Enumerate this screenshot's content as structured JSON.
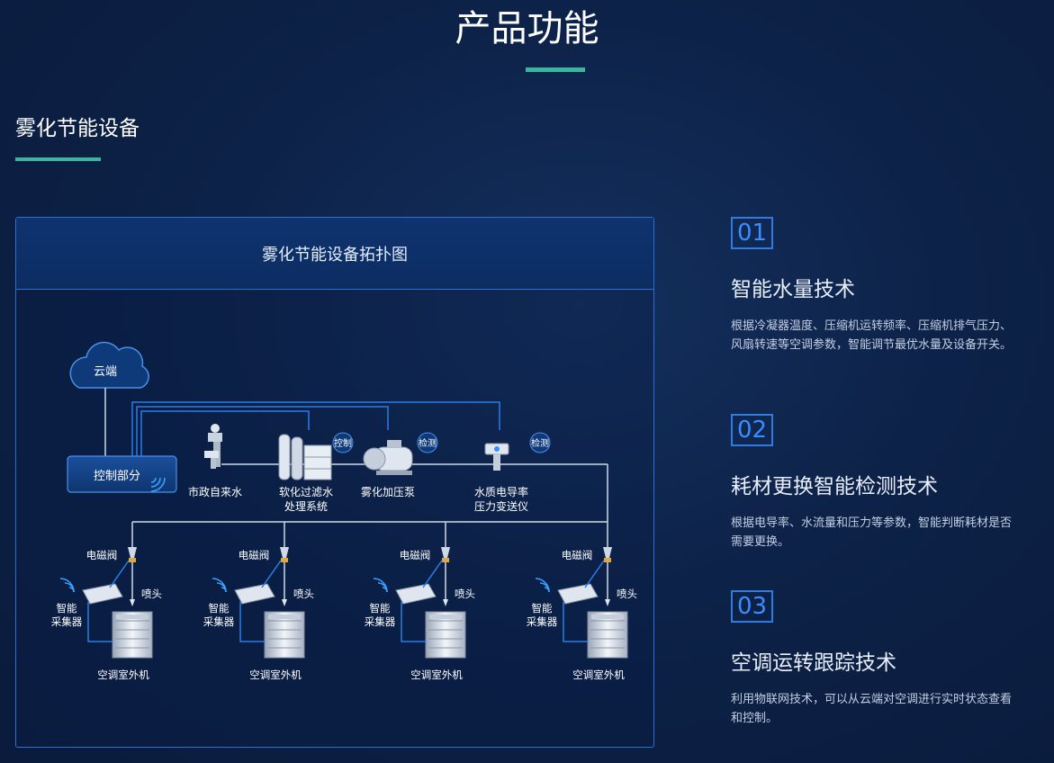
{
  "page": {
    "title": "产品功能",
    "section_title": "雾化节能设备"
  },
  "diagram": {
    "title": "雾化节能设备拓扑图",
    "cloud_label": "云端",
    "control_label": "控制部分",
    "tap_label": "市政自来水",
    "filter_label_line1": "软化过滤水",
    "filter_label_line2": "处理系统",
    "pump_label": "雾化加压泵",
    "sensor_label_line1": "水质电导率",
    "sensor_label_line2": "压力变送仪",
    "badge_control": "控制",
    "badge_detect_1": "检测",
    "badge_detect_2": "检测",
    "units": [
      {
        "valve": "电磁阀",
        "nozzle": "喷头",
        "collector_line1": "智能",
        "collector_line2": "采集器",
        "outdoor": "空调室外机"
      },
      {
        "valve": "电磁阀",
        "nozzle": "喷头",
        "collector_line1": "智能",
        "collector_line2": "采集器",
        "outdoor": "空调室外机"
      },
      {
        "valve": "电磁阀",
        "nozzle": "喷头",
        "collector_line1": "智能",
        "collector_line2": "采集器",
        "outdoor": "空调室外机"
      },
      {
        "valve": "电磁阀",
        "nozzle": "喷头",
        "collector_line1": "智能",
        "collector_line2": "采集器",
        "outdoor": "空调室外机"
      }
    ]
  },
  "features": [
    {
      "num": "01",
      "title": "智能水量技术",
      "desc": "根据冷凝器温度、压缩机运转频率、压缩机排气压力、风扇转速等空调参数，智能调节最优水量及设备开关。"
    },
    {
      "num": "02",
      "title": "耗材更换智能检测技术",
      "desc": "根据电导率、水流量和压力等参数，智能判断耗材是否需要更换。"
    },
    {
      "num": "03",
      "title": "空调运转跟踪技术",
      "desc": "利用物联网技术，可以从云端对空调进行实时状态查看和控制。"
    }
  ],
  "colors": {
    "accent_green": "#3ab6a0",
    "accent_blue": "#2f7be0",
    "line_blue": "#2a7de8",
    "line_white": "#cfd8e6"
  }
}
